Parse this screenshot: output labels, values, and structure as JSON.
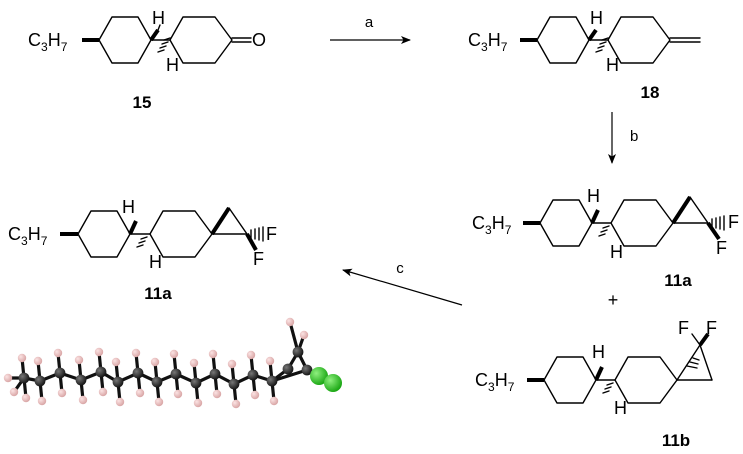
{
  "compounds": {
    "c15": {
      "label": "15",
      "substituent": "C3H7",
      "atoms": {
        "carbonyl_o": "O",
        "h_top": "H",
        "h_bottom": "H"
      }
    },
    "c18": {
      "label": "18",
      "substituent": "C3H7",
      "atoms": {
        "h_top": "H",
        "h_bottom": "H"
      }
    },
    "c11a_right": {
      "label": "11a",
      "substituent": "C3H7",
      "atoms": {
        "h_top": "H",
        "h_bottom": "H",
        "f1": "F",
        "f2": "F"
      }
    },
    "c11b": {
      "label": "11b",
      "substituent": "C3H7",
      "atoms": {
        "h_top": "H",
        "h_bottom": "H",
        "f1": "F",
        "f2": "F"
      }
    },
    "c11a_left": {
      "label": "11a",
      "substituent": "C3H7",
      "atoms": {
        "h_top": "H",
        "h_bottom": "H",
        "f1": "F",
        "f2": "F"
      }
    }
  },
  "steps": {
    "a": "a",
    "b": "b",
    "c": "c"
  },
  "plus": "+",
  "colors": {
    "carbon": "#1a1a1a",
    "hydrogen": "#e8b4b4",
    "fluorine": "#22c21a",
    "bond": "#000000"
  }
}
